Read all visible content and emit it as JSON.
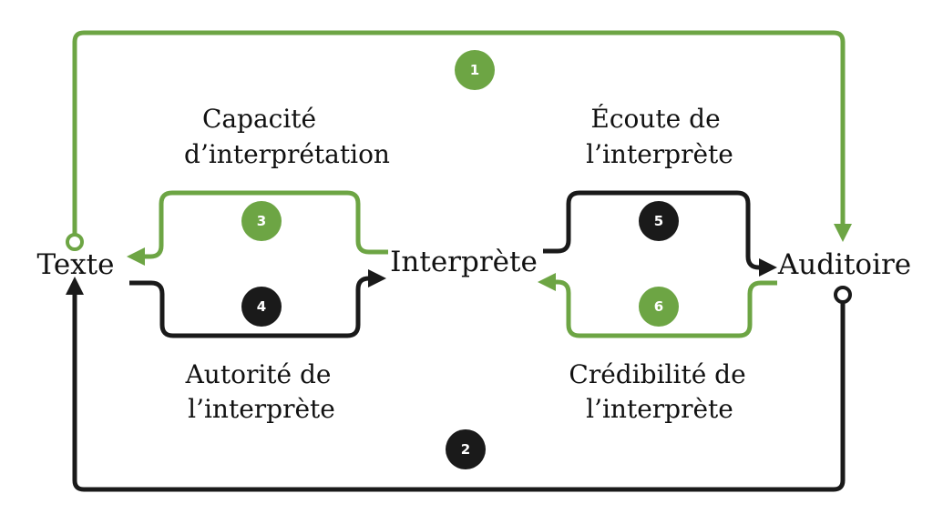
{
  "colors": {
    "green": "#6da544",
    "dark": "#1a1a1a"
  },
  "nodes": {
    "texte": "Texte",
    "interprete": "Interprète",
    "auditoire": "Auditoire"
  },
  "captions": {
    "capacite": [
      "Capacité",
      "d’interprétation"
    ],
    "autorite": [
      "Autorité de",
      "l’interprète"
    ],
    "ecoute": [
      "Écoute de",
      "l’interprète"
    ],
    "credibilite": [
      "Crédibilité de",
      "l’interprète"
    ]
  },
  "badges": [
    "1",
    "2",
    "3",
    "4",
    "5",
    "6"
  ]
}
